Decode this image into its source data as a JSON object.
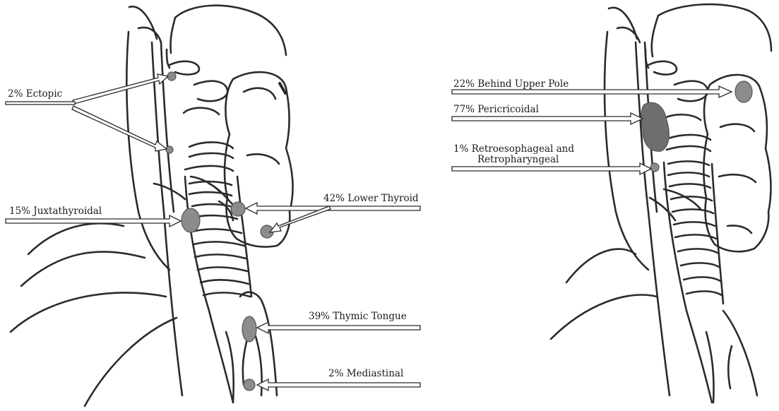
{
  "left_panel": {
    "labels": {
      "ectopic": "2% Ectopic",
      "juxtathyroidal": "15% Juxtathyroidal",
      "lower_thyroid": "42% Lower Thyroid",
      "thymic_tongue": "39% Thymic Tongue",
      "mediastinal": "2% Mediastinal"
    }
  },
  "right_panel": {
    "labels": {
      "behind_upper_pole": "22% Behind Upper Pole",
      "pericricoidal": "77% Pericricoidal",
      "retroesophageal_line1": "1% Retroesophageal and",
      "retroesophageal_line2": "Retropharyngeal"
    }
  },
  "colors": {
    "outline": "#2b2b2b",
    "gland_fill": "#8c8c8c",
    "gland_dark": "#6e6e6e",
    "arrow_fill": "#ffffff",
    "background": "#ffffff"
  }
}
